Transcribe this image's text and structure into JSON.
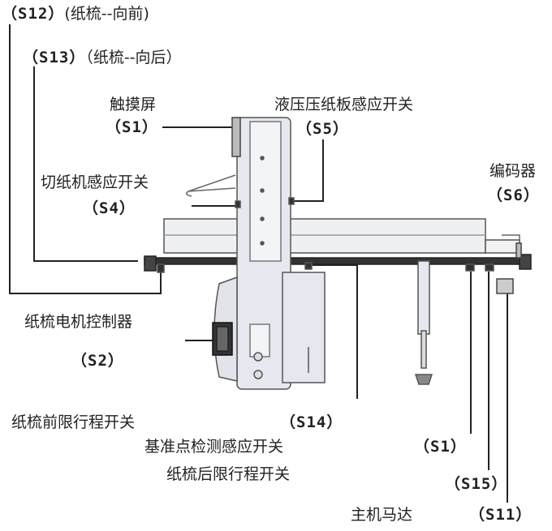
{
  "labels": {
    "s12": {
      "code": "（S12）",
      "text": "(纸梳--向前)"
    },
    "s13": {
      "code": "（S13）",
      "text": "（纸梳--向后）"
    },
    "touch_screen": {
      "text": "触摸屏",
      "code": "（S1）"
    },
    "hydraulic_sensor": {
      "text": "液压压纸板感应开关",
      "code": "（S5）"
    },
    "cutter_sensor": {
      "text": "切纸机感应开关",
      "code": "（S4）"
    },
    "encoder": {
      "text": "编码器",
      "code": "（S6）"
    },
    "comb_motor_controller": {
      "text": "纸梳电机控制器",
      "code": "（S2）"
    },
    "comb_front_limit": {
      "text": "纸梳前限行程开关"
    },
    "s14": {
      "code": "（S14）"
    },
    "reference_sensor": {
      "text": "基准点检测感应开关"
    },
    "comb_rear_limit": {
      "text": "纸梳后限行程开关"
    },
    "s1_bottom": {
      "code": "（S1）"
    },
    "s15": {
      "code": "（S15）"
    },
    "main_motor": {
      "text": "主机马达"
    },
    "s11": {
      "code": "（S11）"
    }
  },
  "colors": {
    "line": "#222222",
    "machine_fill": "#e8eaf0",
    "machine_stroke": "#555555"
  }
}
